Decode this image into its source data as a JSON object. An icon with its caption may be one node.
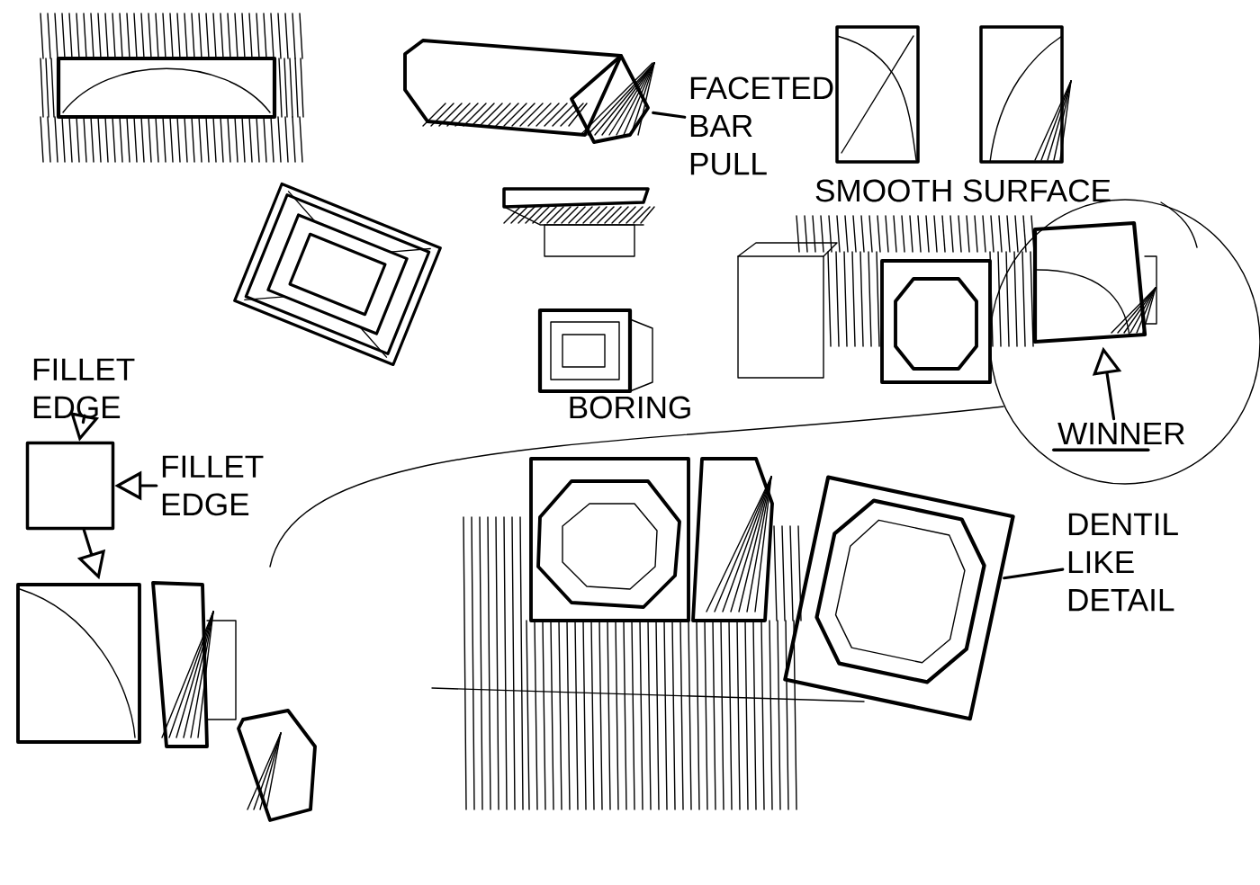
{
  "diagram": {
    "nodes": [
      {
        "text": [
          "FACETED BAR PULL"
        ]
      },
      {
        "text": [],
        "shape": "picture"
      },
      {
        "text": [
          "FILLET EDGE"
        ]
      },
      {
        "text": [],
        "shape": "box"
      },
      {
        "text": [
          "FILLET EDGE"
        ]
      },
      {
        "text": [],
        "shape": "picture"
      },
      {
        "text": [
          "WINNER"
        ]
      },
      {
        "text": [],
        "shape": "picture"
      },
      {
        "text": [
          "DENTIL LIKE DETAIL"
        ]
      },
      {
        "text": [],
        "shape": "picture"
      }
    ],
    "edges": [
      {
        "from": 0,
        "to": 1,
        "arrow": "none"
      },
      {
        "from": 2,
        "to": 3,
        "arrow": "to"
      },
      {
        "from": 4,
        "to": 3,
        "arrow": "to"
      },
      {
        "from": 3,
        "to": 5,
        "arrow": "to"
      },
      {
        "from": 6,
        "to": 7,
        "arrow": "to"
      },
      {
        "from": 8,
        "to": 9,
        "arrow": "none"
      }
    ],
    "labels": [
      "SMOOTH SURFACE",
      "BORING"
    ]
  }
}
